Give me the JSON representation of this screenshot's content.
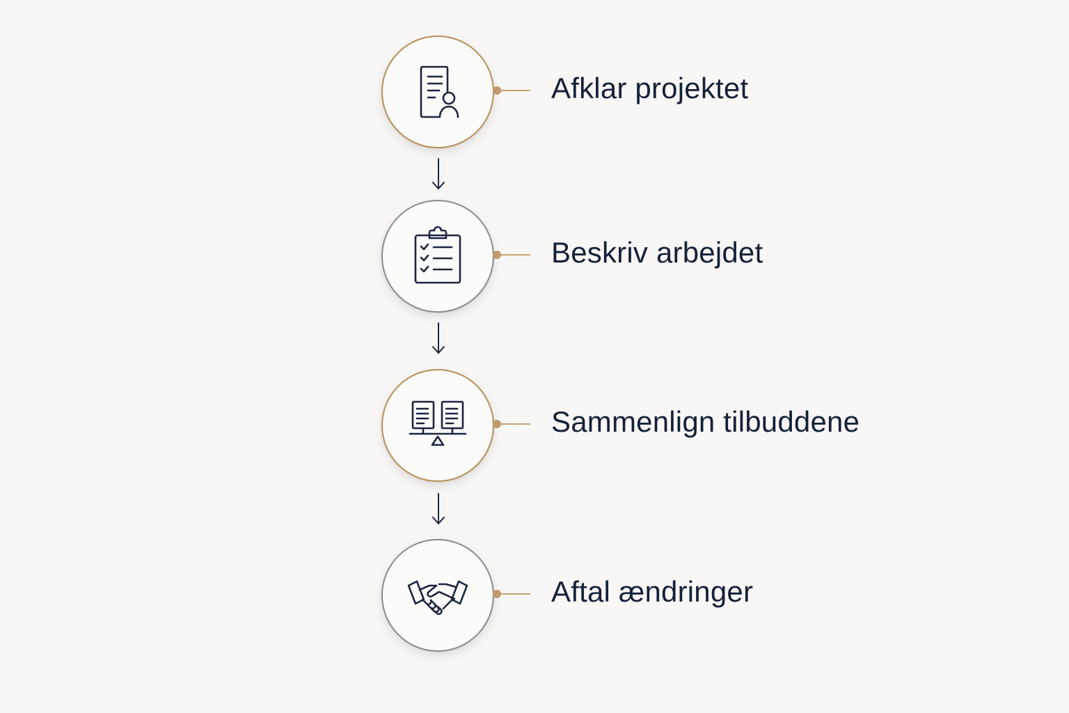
{
  "steps": [
    {
      "label": "Afklar projektet",
      "icon": "document-person-icon",
      "ring_color": "#b8905a"
    },
    {
      "label": "Beskriv arbejdet",
      "icon": "clipboard-checklist-icon",
      "ring_color": "#8a8c92"
    },
    {
      "label": "Sammenlign tilbuddene",
      "icon": "compare-documents-scale-icon",
      "ring_color": "#b8905a"
    },
    {
      "label": "Aftal ændringer",
      "icon": "handshake-icon",
      "ring_color": "#8a8c92"
    }
  ],
  "colors": {
    "background": "#f8f7f5",
    "text": "#14213a",
    "accent": "#c29a6c",
    "icon_stroke": "#1b2540"
  }
}
